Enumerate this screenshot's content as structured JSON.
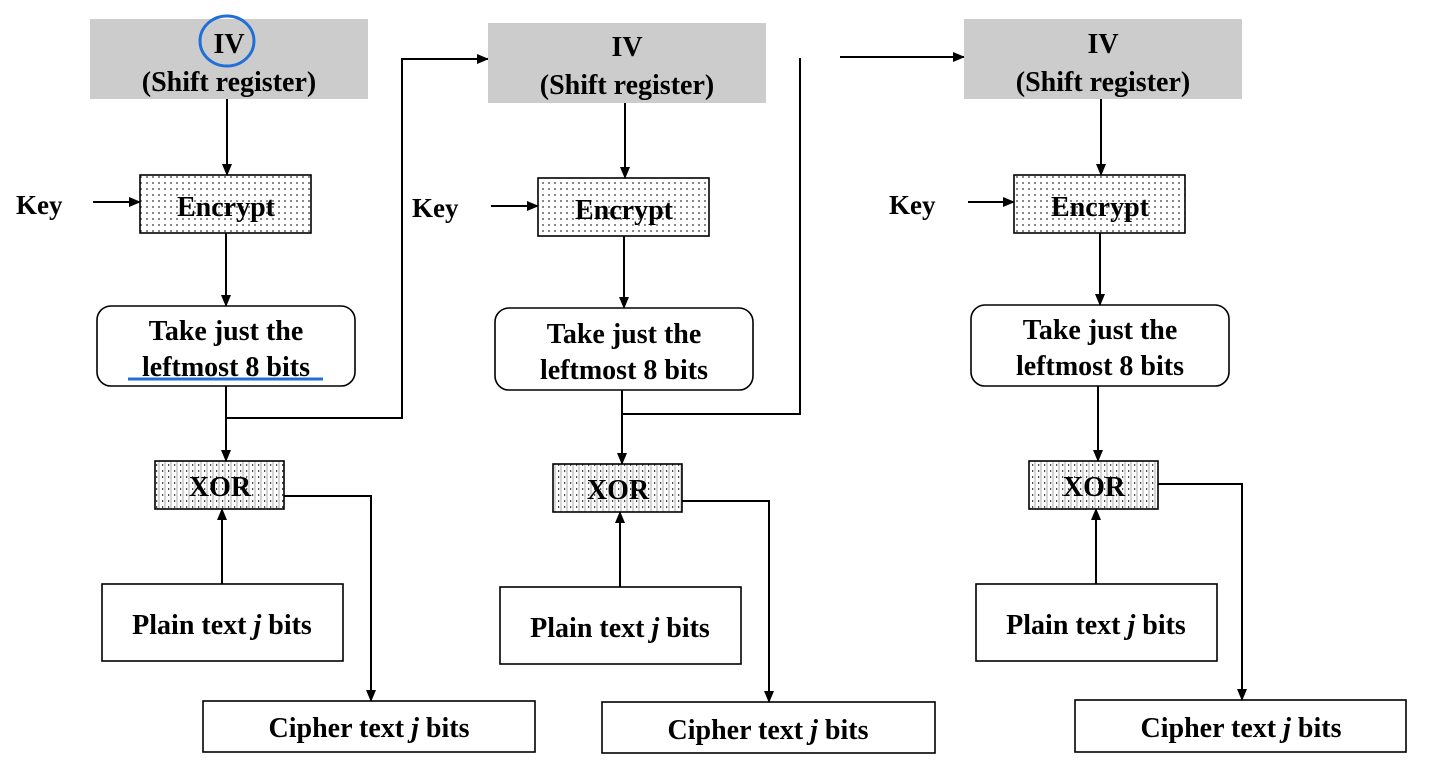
{
  "colors": {
    "iv_fill": "#cccccc",
    "line": "#000000",
    "annotation": "#1f6fd6",
    "background": "#ffffff"
  },
  "stages": [
    {
      "iv": {
        "line1": "IV",
        "line2": "(Shift register)"
      },
      "key": "Key",
      "encrypt": "Encrypt",
      "select": {
        "line1": "Take just the",
        "line2": "leftmost 8 bits"
      },
      "xor": "XOR",
      "plain": {
        "prefix": "Plain text ",
        "var": "j",
        "suffix": " bits"
      },
      "cipher": {
        "prefix": "Cipher text ",
        "var": "j",
        "suffix": " bits"
      }
    },
    {
      "iv": {
        "line1": "IV",
        "line2": "(Shift register)"
      },
      "key": "Key",
      "encrypt": "Encrypt",
      "select": {
        "line1": "Take just the",
        "line2": "leftmost 8 bits"
      },
      "xor": "XOR",
      "plain": {
        "prefix": "Plain text ",
        "var": "j",
        "suffix": " bits"
      },
      "cipher": {
        "prefix": "Cipher text ",
        "var": "j",
        "suffix": " bits"
      }
    },
    {
      "iv": {
        "line1": "IV",
        "line2": "(Shift register)"
      },
      "key": "Key",
      "encrypt": "Encrypt",
      "select": {
        "line1": "Take just the",
        "line2": "leftmost 8 bits"
      },
      "xor": "XOR",
      "plain": {
        "prefix": "Plain text ",
        "var": "j",
        "suffix": " bits"
      },
      "cipher": {
        "prefix": "Cipher text ",
        "var": "j",
        "suffix": " bits"
      }
    }
  ]
}
